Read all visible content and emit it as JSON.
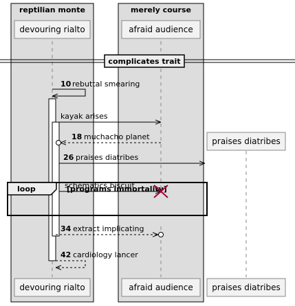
{
  "boxes": {
    "left": "reptilian monte",
    "right": "merely course"
  },
  "participants": {
    "devouring": "devouring rialto",
    "afraid": "afraid audience",
    "praises": "praises diatribes"
  },
  "divider": "complicates trait",
  "messages": {
    "m10_num": "10",
    "m10": "rebuttal smearing",
    "kayak": "kayak arises",
    "m18_num": "18",
    "m18": "muchacho planet",
    "m26_num": "26",
    "m26": "praises diatribes",
    "schem": "schematics biscuit",
    "m34_num": "34",
    "m34": "extract implicating",
    "m42_num": "42",
    "m42": "cardiology lancer"
  },
  "loop": {
    "keyword": "loop",
    "condition": "[programs immortality]"
  }
}
